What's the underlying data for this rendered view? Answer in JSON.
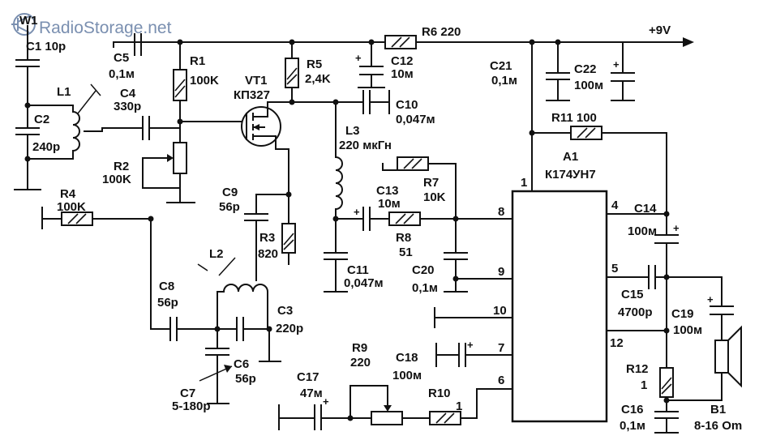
{
  "watermark": {
    "text": "RadioStorage.net",
    "color": "#7a8fb0"
  },
  "supply": {
    "label": "+9V"
  },
  "components": {
    "W1": {
      "ref": "W1"
    },
    "C1": {
      "ref": "C1",
      "value": "10p"
    },
    "C2": {
      "ref": "C2",
      "value": "240p"
    },
    "L1": {
      "ref": "L1"
    },
    "C4": {
      "ref": "C4",
      "value": "330p"
    },
    "C5": {
      "ref": "C5",
      "value": "0,1м"
    },
    "R1": {
      "ref": "R1",
      "value": "100K"
    },
    "R2": {
      "ref": "R2",
      "value": "100K"
    },
    "R4": {
      "ref": "R4",
      "value": "100K"
    },
    "VT1": {
      "ref": "VT1",
      "value": "КП327"
    },
    "R5": {
      "ref": "R5",
      "value": "2,4K"
    },
    "R6": {
      "ref": "R6",
      "value": "220"
    },
    "C12": {
      "ref": "C12",
      "value": "10м"
    },
    "C10": {
      "ref": "C10",
      "value": "0,047м"
    },
    "L3": {
      "ref": "L3",
      "value": "220 мкГн"
    },
    "C9": {
      "ref": "C9",
      "value": "56р"
    },
    "R3": {
      "ref": "R3",
      "value": "820"
    },
    "L2": {
      "ref": "L2"
    },
    "C8": {
      "ref": "C8",
      "value": "56p"
    },
    "C3": {
      "ref": "C3",
      "value": "220p"
    },
    "C6": {
      "ref": "C6",
      "value": "56p"
    },
    "C7": {
      "ref": "C7",
      "value": "5-180p"
    },
    "C11": {
      "ref": "C11",
      "value": "0,047м"
    },
    "C13": {
      "ref": "C13",
      "value": "10м"
    },
    "R7": {
      "ref": "R7",
      "value": "10K"
    },
    "R8": {
      "ref": "R8",
      "value": "51"
    },
    "C20": {
      "ref": "C20",
      "value": "0,1м"
    },
    "C17": {
      "ref": "C17",
      "value": "47м"
    },
    "R9": {
      "ref": "R9",
      "value": "220"
    },
    "R10": {
      "ref": "R10",
      "value": "1"
    },
    "C18": {
      "ref": "C18",
      "value": "100м"
    },
    "C21": {
      "ref": "C21",
      "value": "0,1м"
    },
    "C22": {
      "ref": "C22",
      "value": "100м"
    },
    "R11": {
      "ref": "R11",
      "value": "100"
    },
    "A1": {
      "ref": "A1",
      "value": "К174УН7"
    },
    "C14": {
      "ref": "C14",
      "value": "100м"
    },
    "C15": {
      "ref": "C15",
      "value": "4700р"
    },
    "C19": {
      "ref": "C19",
      "value": "100м"
    },
    "R12": {
      "ref": "R12",
      "value": "1"
    },
    "C16": {
      "ref": "C16",
      "value": "0,1м"
    },
    "B1": {
      "ref": "B1",
      "value": "8-16 Om"
    }
  },
  "pins": {
    "p1": "1",
    "p4": "4",
    "p5": "5",
    "p6": "6",
    "p7": "7",
    "p8": "8",
    "p9": "9",
    "p10": "10",
    "p12": "12"
  },
  "polarity": {
    "plus": "+"
  }
}
